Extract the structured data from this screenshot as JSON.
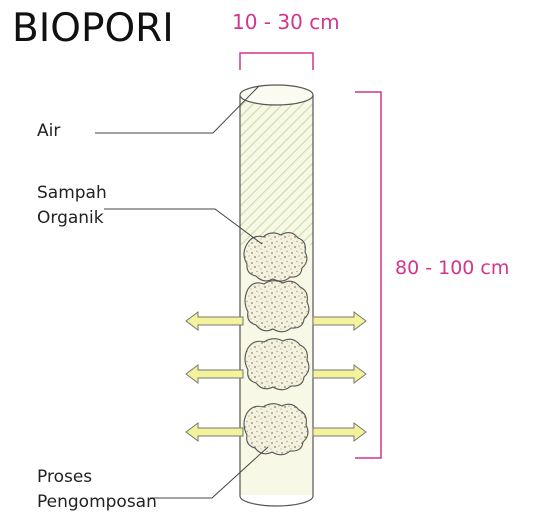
{
  "title": "BIOPORI",
  "dimensions": {
    "diameter": "10 - 30 cm",
    "depth": "80 - 100 cm"
  },
  "labels": {
    "air": "Air",
    "sampah_line1": "Sampah",
    "sampah_line2": "Organik",
    "proses_line1": "Proses",
    "proses_line2": "Pengomposan"
  },
  "colors": {
    "dimension": "#d4358c",
    "tube_fill": "#f7f8e6",
    "hatch": "#c9dca6",
    "arrow": "#f4f29a"
  },
  "icons": {
    "waste_clumps": "organic-waste-clump",
    "flow_arrows": "double-headed-arrow"
  }
}
